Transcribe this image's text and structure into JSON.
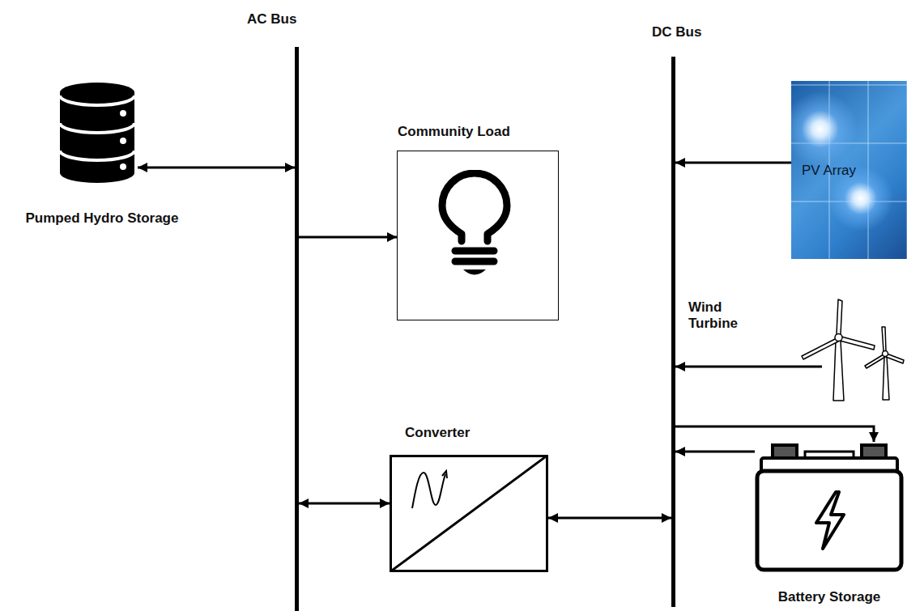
{
  "diagram": {
    "nodes": [
      {
        "text": [
          "AC Bus"
        ]
      },
      {
        "text": [
          "DC Bus"
        ]
      },
      {
        "text": [
          "Pumped Hydro Storage"
        ]
      },
      {
        "text": [
          "Community Load"
        ]
      },
      {
        "text": [
          "PV Array"
        ]
      },
      {
        "text": [
          "Wind Turbine"
        ]
      },
      {
        "text": [
          "Converter"
        ]
      },
      {
        "text": [
          "Battery Storage"
        ]
      }
    ],
    "edges": [
      {
        "from": 2,
        "to": 0,
        "arrow": "both"
      },
      {
        "from": 0,
        "to": 3,
        "arrow": "to"
      },
      {
        "from": 4,
        "to": 1,
        "arrow": "to"
      },
      {
        "from": 5,
        "to": 1,
        "arrow": "to"
      },
      {
        "from": 1,
        "to": 7,
        "arrow": "to"
      },
      {
        "from": 7,
        "to": 1,
        "arrow": "to"
      },
      {
        "from": 0,
        "to": 6,
        "arrow": "both"
      },
      {
        "from": 6,
        "to": 1,
        "arrow": "both"
      }
    ]
  }
}
